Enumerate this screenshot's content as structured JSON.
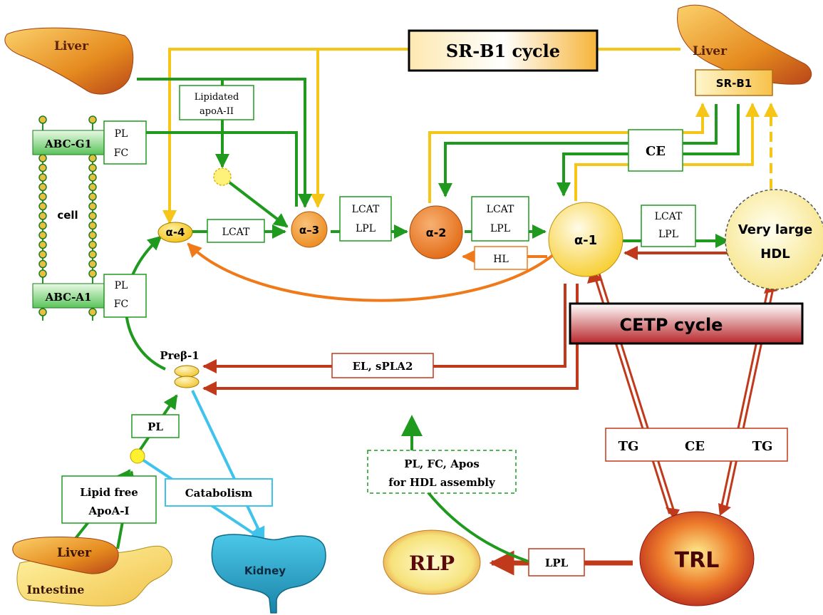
{
  "titles": {
    "srb1_cycle": "SR-B1 cycle",
    "cetp_cycle": "CETP cycle"
  },
  "organs": {
    "liver_top_left": "Liver",
    "liver_top_right": "Liver",
    "liver_bottom": "Liver",
    "intestine": "Intestine",
    "kidney": "Kidney"
  },
  "receptor": "SR-B1",
  "cell": {
    "label": "cell",
    "abcg1": "ABC-G1",
    "abca1": "ABC-A1",
    "lipids_top": [
      "PL",
      "FC"
    ],
    "lipids_bottom": [
      "PL",
      "FC"
    ]
  },
  "particles": {
    "alpha4": "α-4",
    "alpha3": "α–3",
    "alpha2": "α-2",
    "alpha1": "α-1",
    "very_large_hdl": [
      "Very large",
      "HDL"
    ],
    "prebeta1": "Preβ-1",
    "rlp": "RLP",
    "trl": "TRL"
  },
  "boxes": {
    "lipidated_apoa2": [
      "Lipidated",
      "apoA-II"
    ],
    "lcat_a4_a3": "LCAT",
    "lcat_lpl_a3_a2": [
      "LCAT",
      "LPL"
    ],
    "lcat_lpl_a2_a1": [
      "LCAT",
      "LPL"
    ],
    "lcat_lpl_a1_vl": [
      "LCAT",
      "LPL"
    ],
    "hl": "HL",
    "ce": "CE",
    "el_spla2": "EL, sPLA2",
    "pl": "PL",
    "lipid_free_apoa1": [
      "Lipid free",
      "ApoA-I"
    ],
    "catabolism": "Catabolism",
    "pl_fc_apos": [
      "PL, FC, Apos",
      "for HDL assembly"
    ],
    "lpl": "LPL",
    "tg_left": "TG",
    "ce_mid": "CE",
    "tg_right": "TG"
  },
  "colors": {
    "green": "#1f9a1f",
    "yellow": "#f5c518",
    "orange": "#f07a1a",
    "darkred": "#c0391b",
    "cyan": "#3ec3ec"
  }
}
